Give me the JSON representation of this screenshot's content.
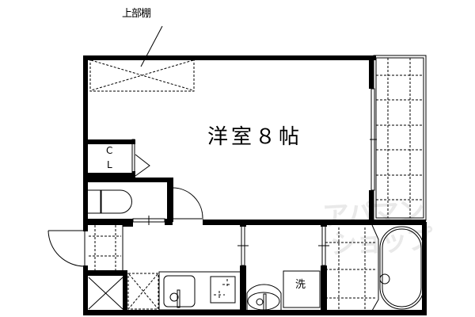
{
  "floor_plan": {
    "type": "apartment-floor-plan",
    "labels": {
      "upper_shelf": "上部棚",
      "western_room": "洋室８帖",
      "closet_c": "C",
      "closet_l": "L",
      "washing_machine": "洗"
    },
    "watermark": {
      "line1": "アパマン",
      "line2": "ショップ"
    },
    "rooms": [
      {
        "name": "western-room",
        "label": "洋室8帖",
        "size_jo": 8
      },
      {
        "name": "closet",
        "label": "CL"
      },
      {
        "name": "toilet"
      },
      {
        "name": "entrance"
      },
      {
        "name": "kitchen"
      },
      {
        "name": "washroom"
      },
      {
        "name": "bathroom"
      },
      {
        "name": "balcony"
      }
    ],
    "colors": {
      "wall": "#000000",
      "background": "#ffffff",
      "watermark": "#e9e9e9"
    }
  }
}
